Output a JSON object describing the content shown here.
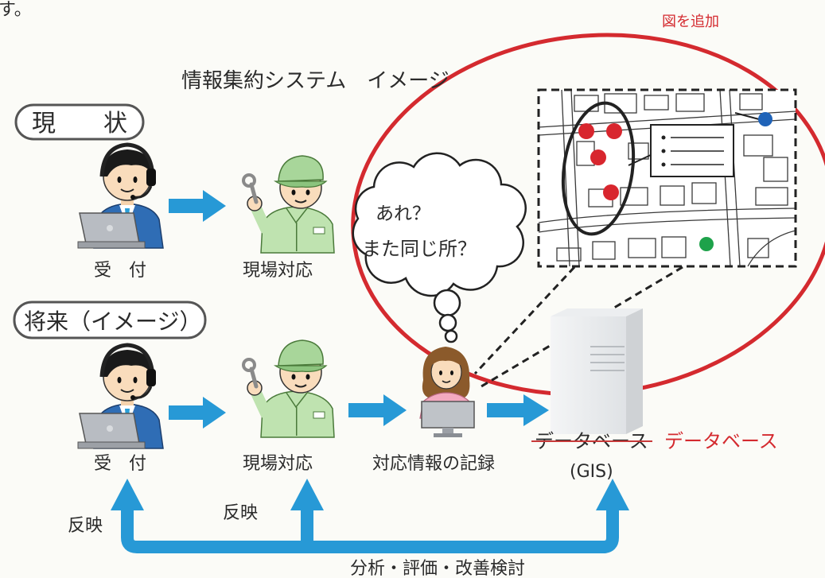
{
  "page": {
    "leading_text": "す。"
  },
  "annotation": {
    "text": "図を追加",
    "color": "#d42a2f"
  },
  "title": "情報集約システム　イメージ",
  "current": {
    "label": "現　　状",
    "reception": {
      "label": "受　付",
      "icon": "operator-icon"
    },
    "field": {
      "label": "現場対応",
      "icon": "field-worker-icon"
    }
  },
  "future": {
    "label": "将来（イメージ）",
    "reception": {
      "label": "受　付",
      "icon": "operator-icon"
    },
    "field": {
      "label": "現場対応",
      "icon": "field-worker-icon"
    },
    "record": {
      "label": "対応情報の記録",
      "icon": "staff-at-computer-icon"
    }
  },
  "thought_bubble": {
    "line1": "あれ？",
    "line2": "また同じ所？",
    "icon": "thought-cloud-icon"
  },
  "map": {
    "icon": "map-icon",
    "markers": [
      {
        "color": "#d8262e"
      },
      {
        "color": "#d8262e"
      },
      {
        "color": "#d8262e"
      },
      {
        "color": "#d8262e"
      },
      {
        "color": "#1f63b8"
      },
      {
        "color": "#1ea24a"
      }
    ]
  },
  "database": {
    "label_struck": "データベース",
    "label_corrected": "データベース",
    "sublabel": "(GIS)",
    "icon": "database-server-icon"
  },
  "feedback": {
    "left_label": "反映",
    "middle_label": "反映",
    "bottom_label": "分析・評価・改善検討"
  },
  "colors": {
    "arrow": "#2799d6",
    "highlight": "#d42a2f",
    "label_border": "#555555"
  }
}
